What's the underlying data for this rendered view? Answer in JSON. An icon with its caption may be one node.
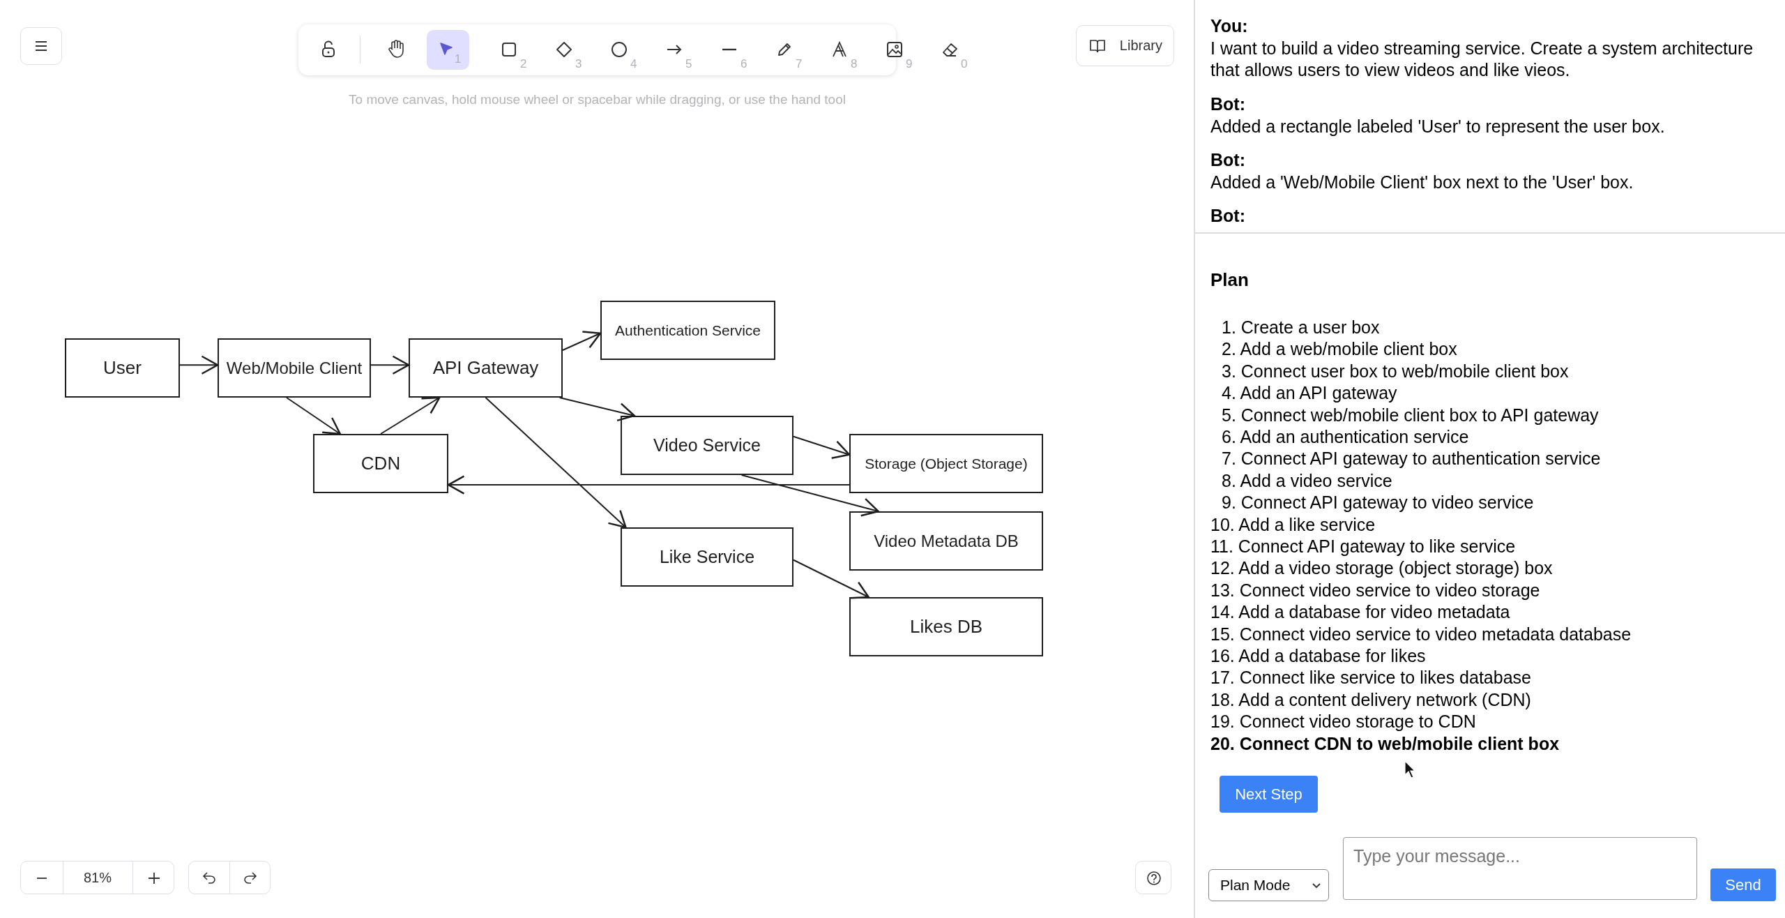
{
  "diagram": {
    "nodes": [
      {
        "text": [
          "User"
        ]
      },
      {
        "text": [
          "Web/Mobile Client"
        ]
      },
      {
        "text": [
          "API Gateway"
        ]
      },
      {
        "text": [
          "Authentication Service"
        ]
      },
      {
        "text": [
          "CDN"
        ]
      },
      {
        "text": [
          "Video Service"
        ]
      },
      {
        "text": [
          "Storage (Object Storage)"
        ]
      },
      {
        "text": [
          "Video Metadata DB"
        ]
      },
      {
        "text": [
          "Like Service"
        ]
      },
      {
        "text": [
          "Likes DB"
        ]
      }
    ],
    "edges": [
      {
        "from": 0,
        "to": 1,
        "arrow": "to"
      },
      {
        "from": 1,
        "to": 2,
        "arrow": "to"
      },
      {
        "from": 2,
        "to": 3,
        "arrow": "to"
      },
      {
        "from": 2,
        "to": 5,
        "arrow": "to"
      },
      {
        "from": 2,
        "to": 8,
        "arrow": "to"
      },
      {
        "from": 1,
        "to": 4,
        "arrow": "to"
      },
      {
        "from": 4,
        "to": 2,
        "arrow": "to"
      },
      {
        "from": 5,
        "to": 6,
        "arrow": "to"
      },
      {
        "from": 6,
        "to": 4,
        "arrow": "to"
      },
      {
        "from": 5,
        "to": 7,
        "arrow": "to"
      },
      {
        "from": 8,
        "to": 9,
        "arrow": "to"
      }
    ],
    "labels": [
      "1",
      "2",
      "3",
      "4",
      "5",
      "6",
      "7",
      "8",
      "9",
      "0",
      "Library",
      "To move canvas, hold mouse wheel or spacebar while dragging, or use the hand tool",
      "You:",
      "I want to build a video streaming service. Create a system architecture that allows users to view videos and like vieos.",
      "Bot:",
      "Added a rectangle labeled 'User' to represent the user box.",
      "Bot:",
      "Added a 'Web/Mobile Client' box next to the 'User' box.",
      "Bot:",
      "Plan",
      "1. Create a user box",
      "2. Add a web/mobile client box",
      "3. Connect user box to web/mobile client box",
      "4. Add an API gateway",
      "5. Connect web/mobile client box to API gateway",
      "6. Add an authentication service",
      "7. Connect API gateway to authentication service",
      "8. Add a video service",
      "9. Connect API gateway to video service",
      "10. Add a like service",
      "11. Connect API gateway to like service",
      "12. Add a video storage (object storage) box",
      "13. Connect video service to video storage",
      "14. Add a database for video metadata",
      "15. Connect video service to video metadata database",
      "16. Add a database for likes",
      "17. Connect like service to likes database",
      "18. Add a content delivery network (CDN)",
      "19. Connect video storage to CDN",
      "20. Connect CDN to web/mobile client box",
      "Next Step",
      "81%",
      "Plan Mode",
      "Type your message...",
      "Send"
    ]
  }
}
